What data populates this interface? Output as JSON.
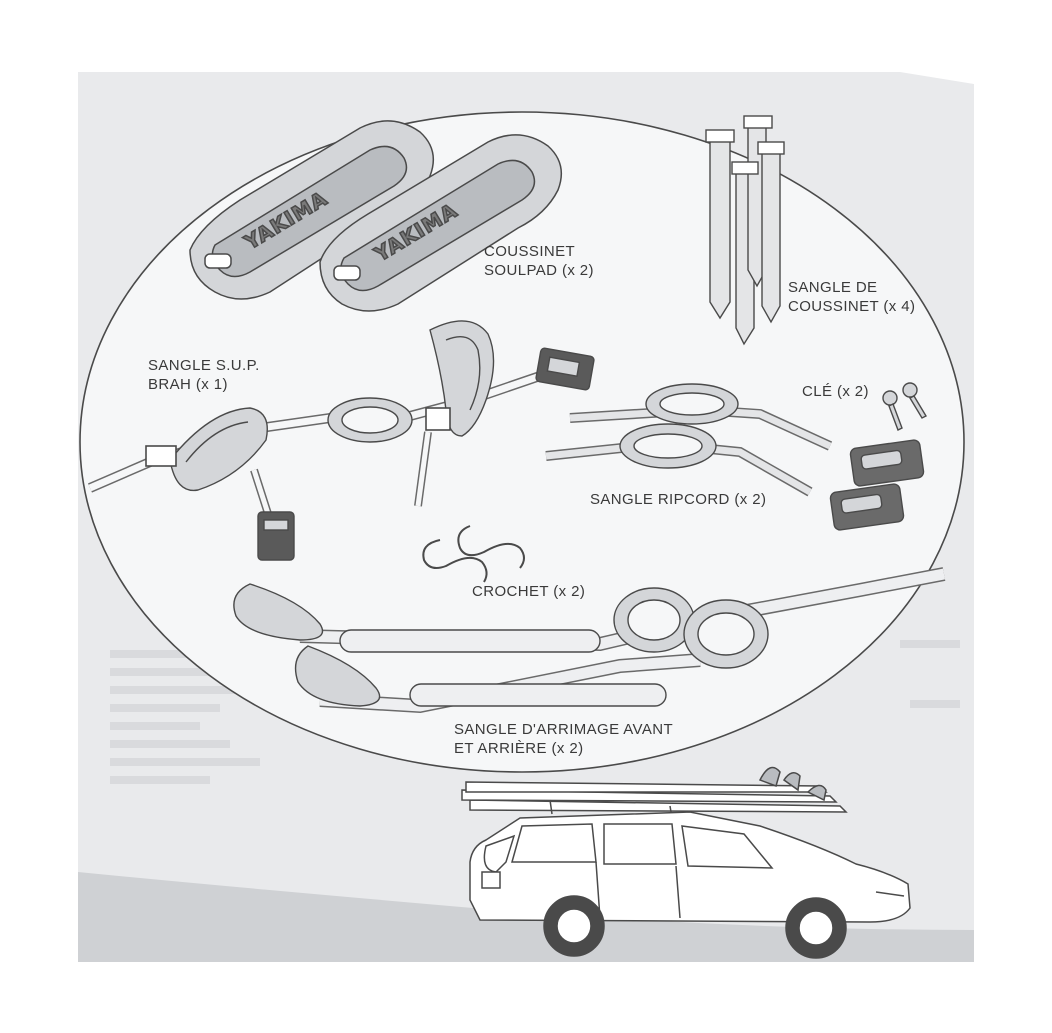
{
  "brand_text": "YAKIMA",
  "parts": [
    {
      "id": "soulpad",
      "lines": [
        "COUSSINET",
        "SOULPAD (x 2)"
      ]
    },
    {
      "id": "pad-strap",
      "lines": [
        "SANGLE DE",
        "COUSSINET (x 4)"
      ]
    },
    {
      "id": "sup-brah",
      "lines": [
        "SANGLE S.U.P.",
        "BRAH (x 1)"
      ]
    },
    {
      "id": "key",
      "lines": [
        "CLÉ (x 2)"
      ]
    },
    {
      "id": "ripcord",
      "lines": [
        "SANGLE RIPCORD (x 2)"
      ]
    },
    {
      "id": "hook",
      "lines": [
        "CROCHET (x 2)"
      ]
    },
    {
      "id": "bow-stern",
      "lines": [
        "SANGLE D'ARRIMAGE AVANT",
        "ET ARRIÈRE (x 2)"
      ]
    }
  ],
  "colors": {
    "page": "#ffffff",
    "background_sheet": "#e9eaec",
    "oval_fill": "#f6f7f8",
    "line": "#4a4a4a",
    "part_fill": "#d4d6d9",
    "bottom_band": "#cfd1d4"
  }
}
